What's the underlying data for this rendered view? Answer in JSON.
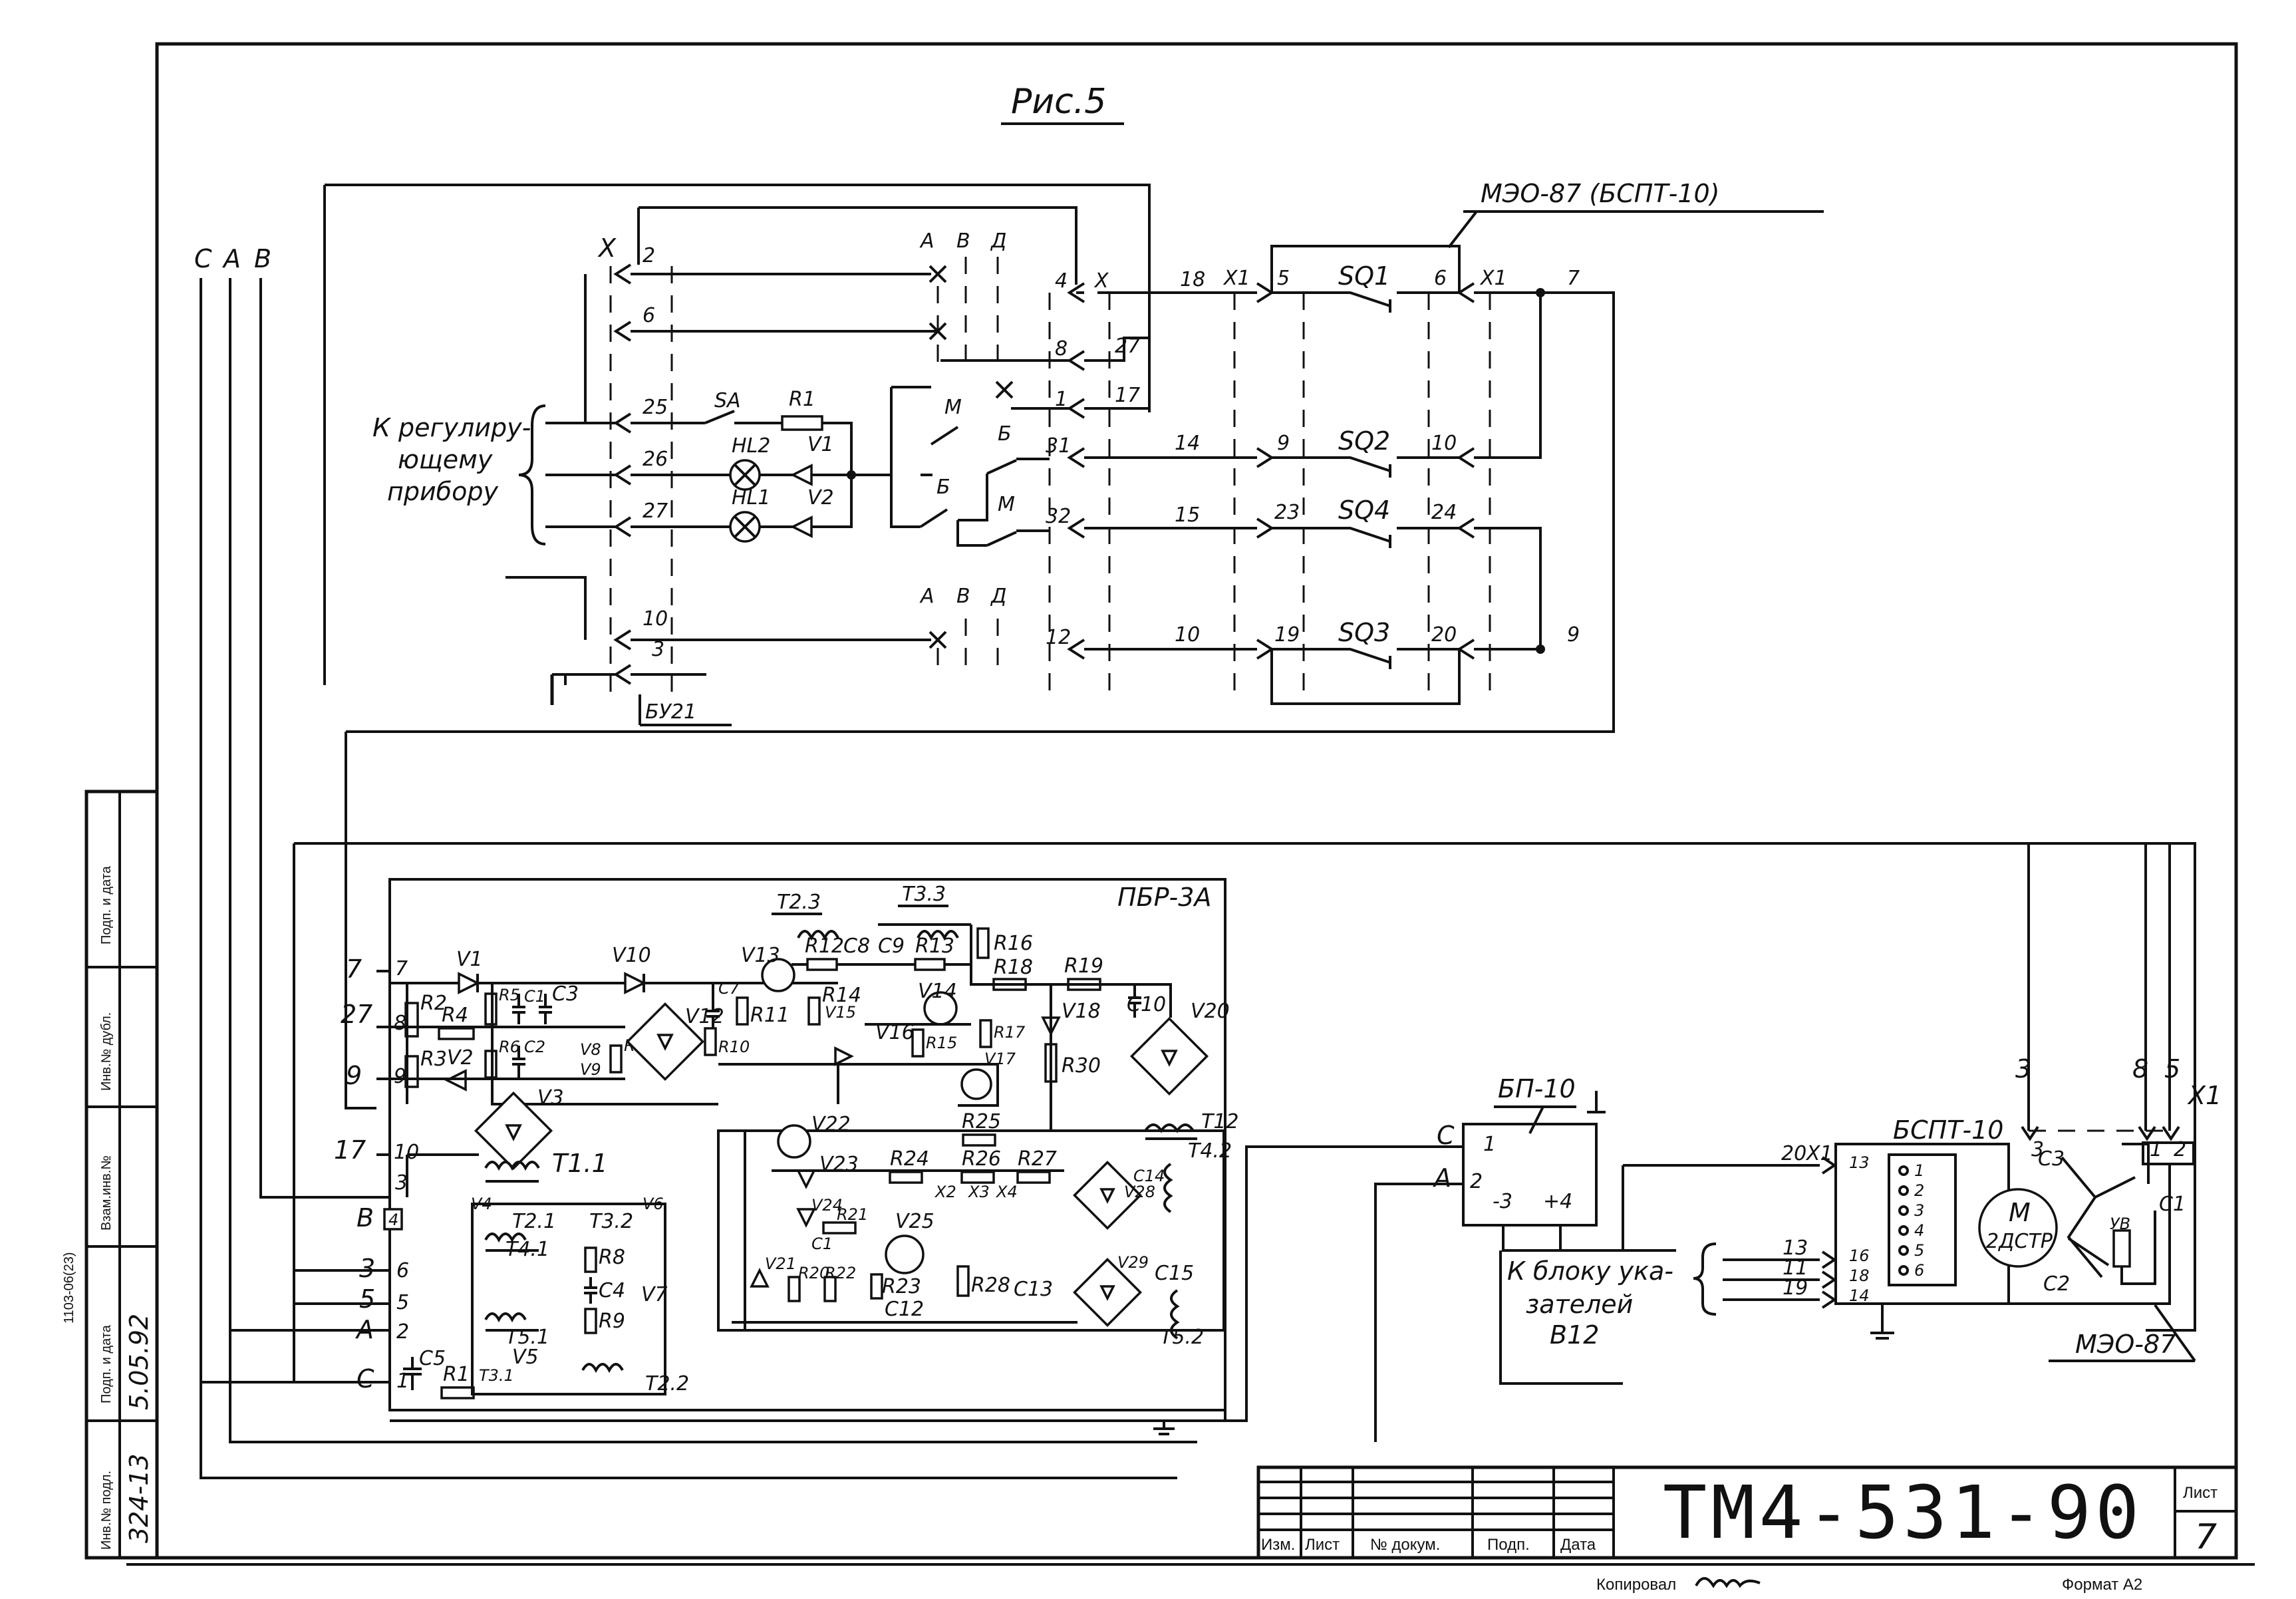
{
  "figure": {
    "title": "Рис.5"
  },
  "mains": {
    "phase_c": "C",
    "phase_a": "A",
    "phase_b": "B"
  },
  "upper": {
    "block_label": "МЭО-87 (БСПТ-10)",
    "connector_x": "X",
    "connector_x1": "X1",
    "bu_label": "БУ21",
    "regulator_text": [
      "К регулиру-",
      "ющему",
      "прибору"
    ],
    "contacts_top": [
      "А",
      "В",
      "Д"
    ],
    "contacts_bottom": [
      "А",
      "В",
      "Д"
    ],
    "left_pins": [
      "2",
      "6",
      "25",
      "26",
      "27",
      "10",
      "3"
    ],
    "mid_pins": [
      "4",
      "8",
      "1",
      "31",
      "32",
      "12"
    ],
    "mid_wires": [
      "27",
      "17"
    ],
    "bus_wires": [
      "18",
      "14",
      "15",
      "10"
    ],
    "x1_left_pins": [
      "5",
      "9",
      "23",
      "19"
    ],
    "x1_right_pins": [
      "6",
      "10",
      "24",
      "20"
    ],
    "switches": [
      "SQ1",
      "SQ2",
      "SQ4",
      "SQ3"
    ],
    "out_wires": [
      "7",
      "9"
    ],
    "sa": "SA",
    "r1": "R1",
    "lamps": [
      "HL2",
      "HL1"
    ],
    "diodes": [
      "V1",
      "V2"
    ],
    "mb": [
      "М",
      "Б",
      "Б",
      "М"
    ]
  },
  "pbr": {
    "title": "ПБР-3А",
    "terminals": [
      "7",
      "27",
      "9",
      "17",
      "3",
      "4",
      "6",
      "5",
      "2",
      "1"
    ],
    "terminal_inner": [
      "7",
      "8",
      "9",
      "10"
    ],
    "phase_labels": [
      "В",
      "3",
      "5",
      "А",
      "С"
    ],
    "components": [
      "V1",
      "V10",
      "R2",
      "R4",
      "R5",
      "C1",
      "C3",
      "R3",
      "V2",
      "R6",
      "C2",
      "V8",
      "V9",
      "R7",
      "V12",
      "C7",
      "R10",
      "R11",
      "V13",
      "R12",
      "C8",
      "C9",
      "R13",
      "T2.3",
      "T3.3",
      "R16",
      "R18",
      "R19",
      "C10",
      "V20",
      "R14",
      "V15",
      "V16",
      "R15",
      "V14",
      "R17",
      "V17",
      "V18",
      "R30",
      "V3",
      "T1.1",
      "T12",
      "T4.2",
      "V4",
      "T2.1",
      "T4.1",
      "T3.2",
      "V6",
      "R8",
      "C4",
      "R9",
      "V7",
      "C5",
      "R1",
      "T3.1",
      "T5.1",
      "V5",
      "T2.2",
      "V22",
      "V23",
      "R24",
      "R25",
      "R26",
      "R27",
      "V24",
      "R21",
      "C1",
      "V25",
      "X2",
      "X3",
      "X4",
      "C14",
      "V28",
      "V21",
      "R20",
      "R22",
      "R23",
      "C12",
      "R28",
      "C13",
      "V29",
      "C15",
      "T5.2"
    ]
  },
  "bp": {
    "title": "БП-10",
    "pins": [
      "1",
      "2",
      "-3",
      "+4"
    ],
    "inputs": [
      "С",
      "А"
    ],
    "note": [
      "К блоку ука-",
      "зателей",
      "В12"
    ],
    "wires": [
      "13",
      "11",
      "19"
    ]
  },
  "bspt": {
    "title": "БСПТ-10",
    "connector": "X1",
    "wire_in": "20",
    "left_pins": [
      "13",
      "16",
      "18",
      "14"
    ],
    "right_pins": [
      "1",
      "2",
      "3",
      "4",
      "5",
      "6"
    ],
    "motor": [
      "М",
      "2ДСТР"
    ],
    "windings": [
      "С3",
      "С1",
      "С2"
    ],
    "vb": "УВ",
    "side_wires": [
      "3",
      "8",
      "5"
    ],
    "x1_pins": [
      "3",
      "1",
      "2"
    ],
    "x1_label": "X1",
    "mao": "МЭО-87"
  },
  "title_block": {
    "doc_number": "ТМ4-531-90",
    "sheet_label": "Лист",
    "sheet_number": "7",
    "columns": [
      "Изм.",
      "Лист",
      "№ докум.",
      "Подп.",
      "Дата"
    ],
    "copied": "Копировал",
    "format": "Формат А2"
  },
  "side_stamp": {
    "cells": [
      "Подп. и дата",
      "Инв.№ дубл.",
      "Взам.инв.№",
      "Подп. и дата",
      "Инв.№ подл."
    ],
    "values": [
      "5.05.92",
      "324-13"
    ],
    "code": "1103-06(23)"
  }
}
